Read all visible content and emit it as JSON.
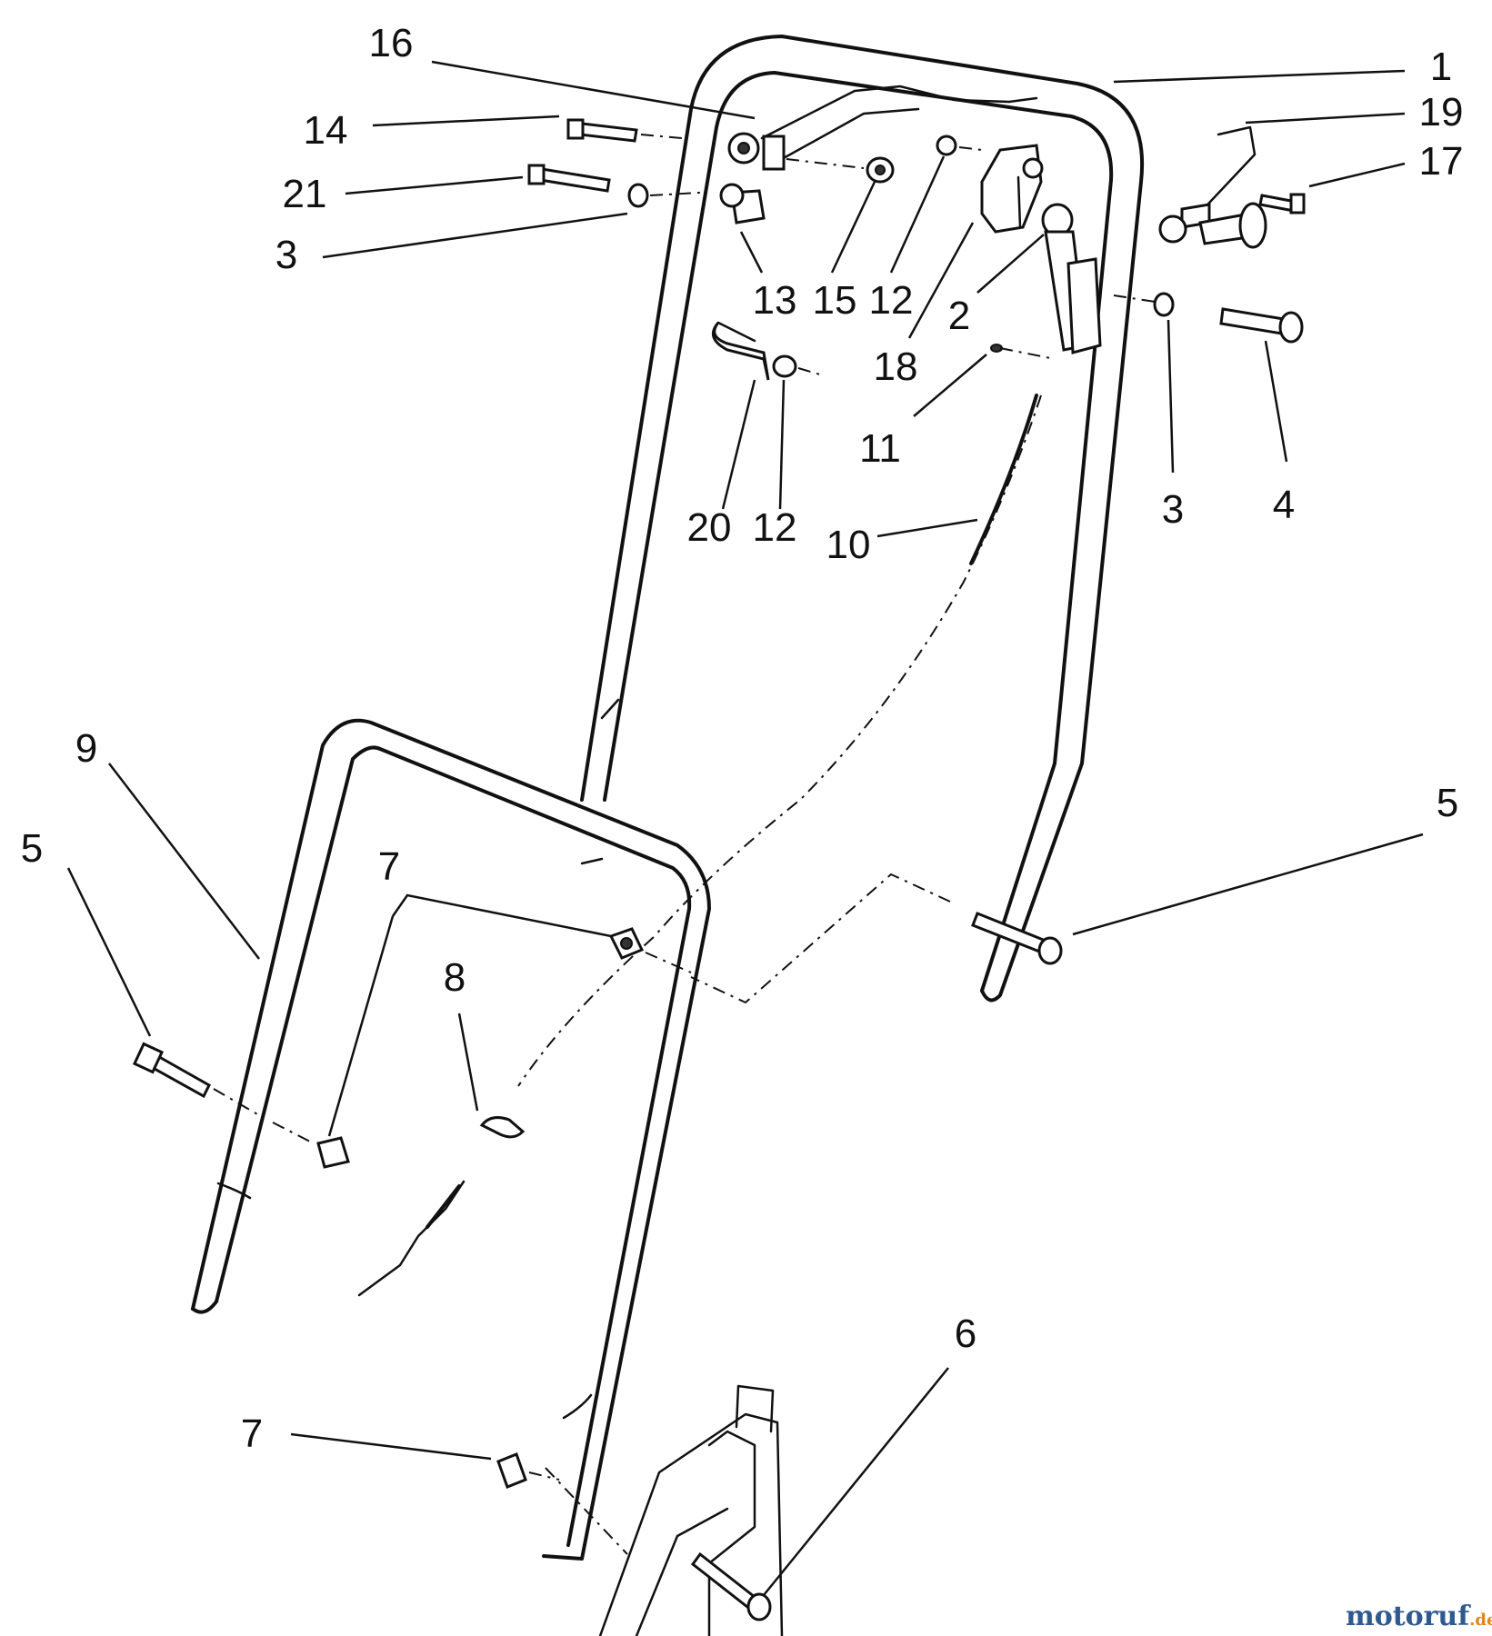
{
  "labels": {
    "p1": "1",
    "p19": "19",
    "p17": "17",
    "p16": "16",
    "p14": "14",
    "p21": "21",
    "p3a": "3",
    "p13": "13",
    "p15": "15",
    "p12a": "12",
    "p18": "18",
    "p2": "2",
    "p11": "11",
    "p20": "20",
    "p12b": "12",
    "p10": "10",
    "p3b": "3",
    "p4": "4",
    "p9": "9",
    "p5a": "5",
    "p5b": "5",
    "p7a": "7",
    "p8": "8",
    "p6": "6",
    "p7b": "7"
  },
  "watermark": {
    "brand": "motoruf",
    "suffix": ".de"
  },
  "colors": {
    "line": "#111111",
    "background": "#ffffff",
    "brand_blue": "#2e5a8f",
    "brand_orange": "#e0861a"
  }
}
